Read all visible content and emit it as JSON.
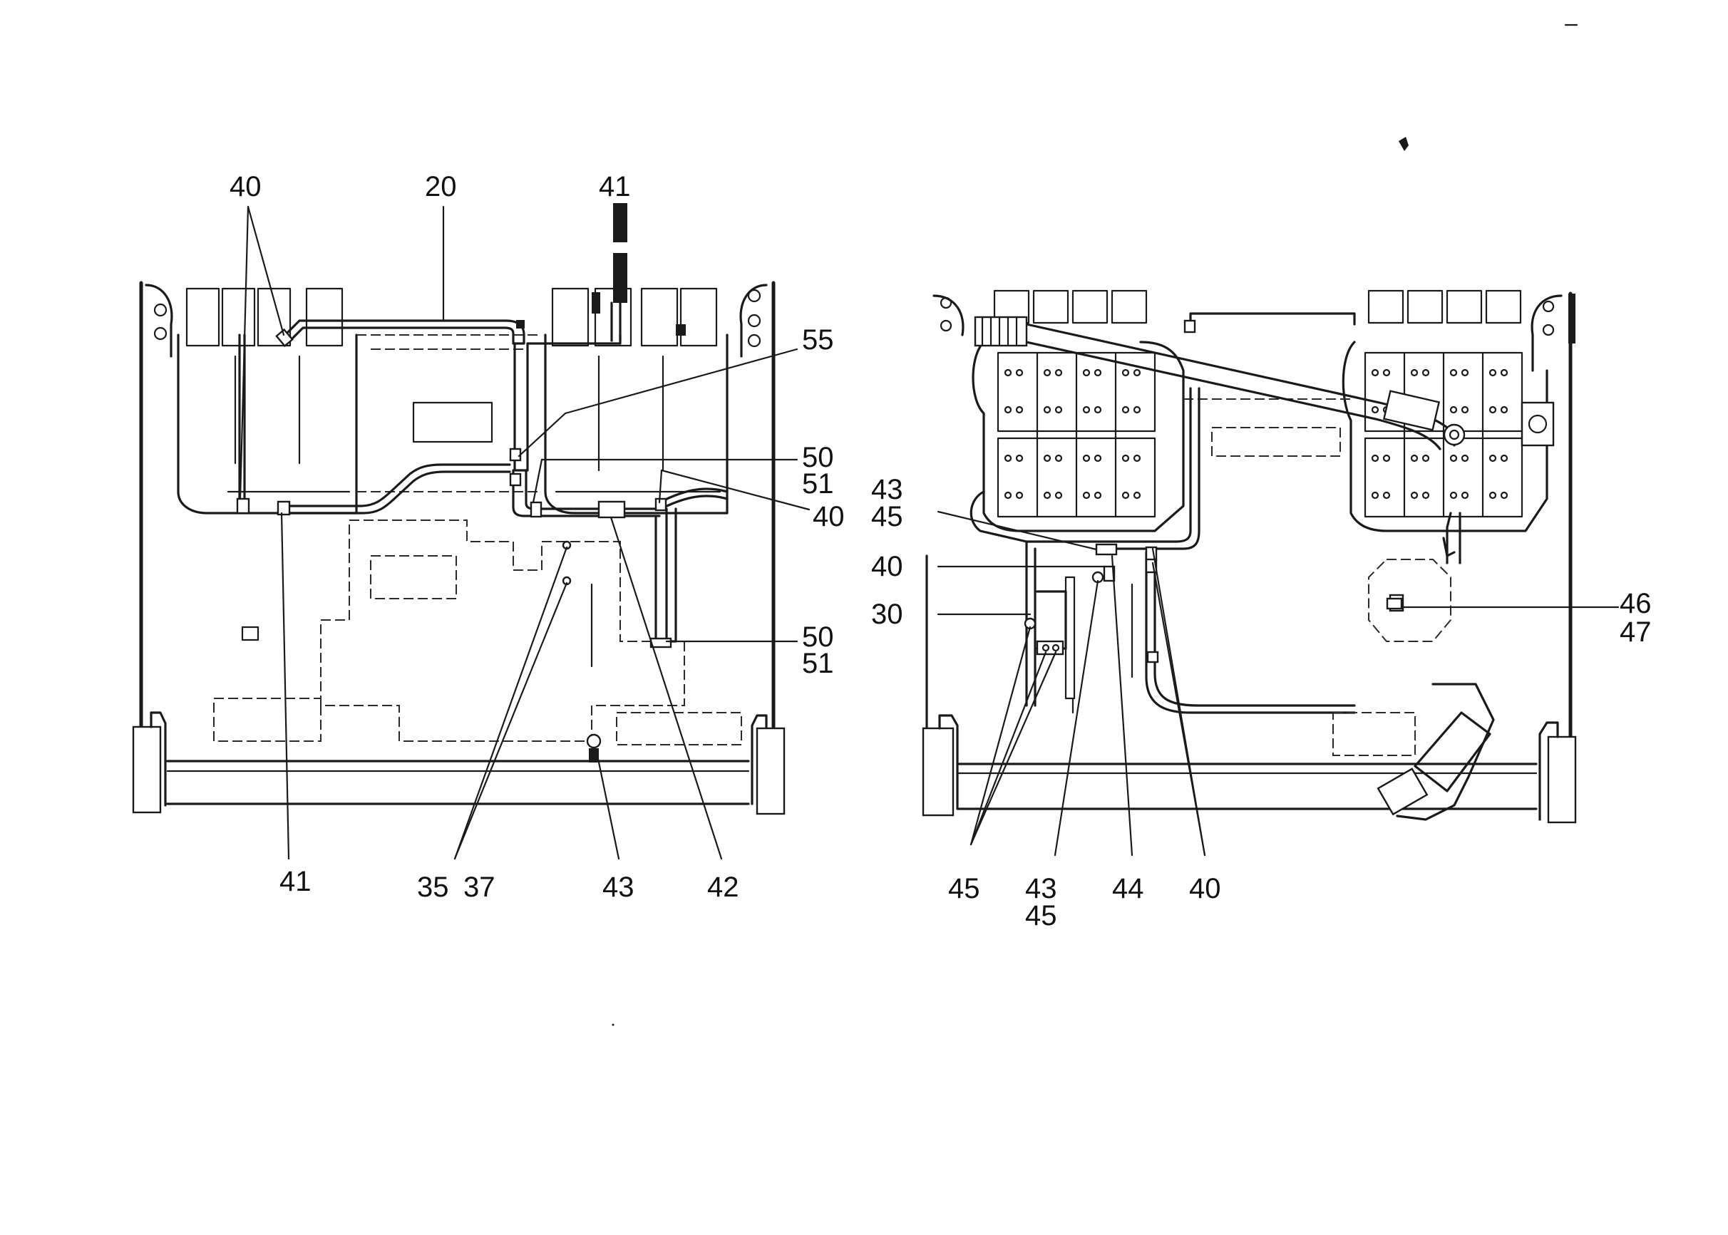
{
  "figure": {
    "left_view": {
      "callouts": {
        "c40_top": "40",
        "c20": "20",
        "c41_top": "41",
        "c55": "55",
        "c50_a": "50",
        "c51_a": "51",
        "c40_right": "40",
        "c50_b": "50",
        "c51_b": "51",
        "c41_bottom": "41",
        "c35": "35",
        "c37": "37",
        "c43": "43",
        "c42": "42"
      }
    },
    "right_view": {
      "callouts": {
        "c43_left": "43",
        "c45_left": "45",
        "c40_left": "40",
        "c30": "30",
        "c46": "46",
        "c47": "47",
        "c45_bottom": "45",
        "c43_bottom": "43",
        "c45_bottom2": "45",
        "c44": "44",
        "c40_bottom": "40"
      }
    }
  }
}
